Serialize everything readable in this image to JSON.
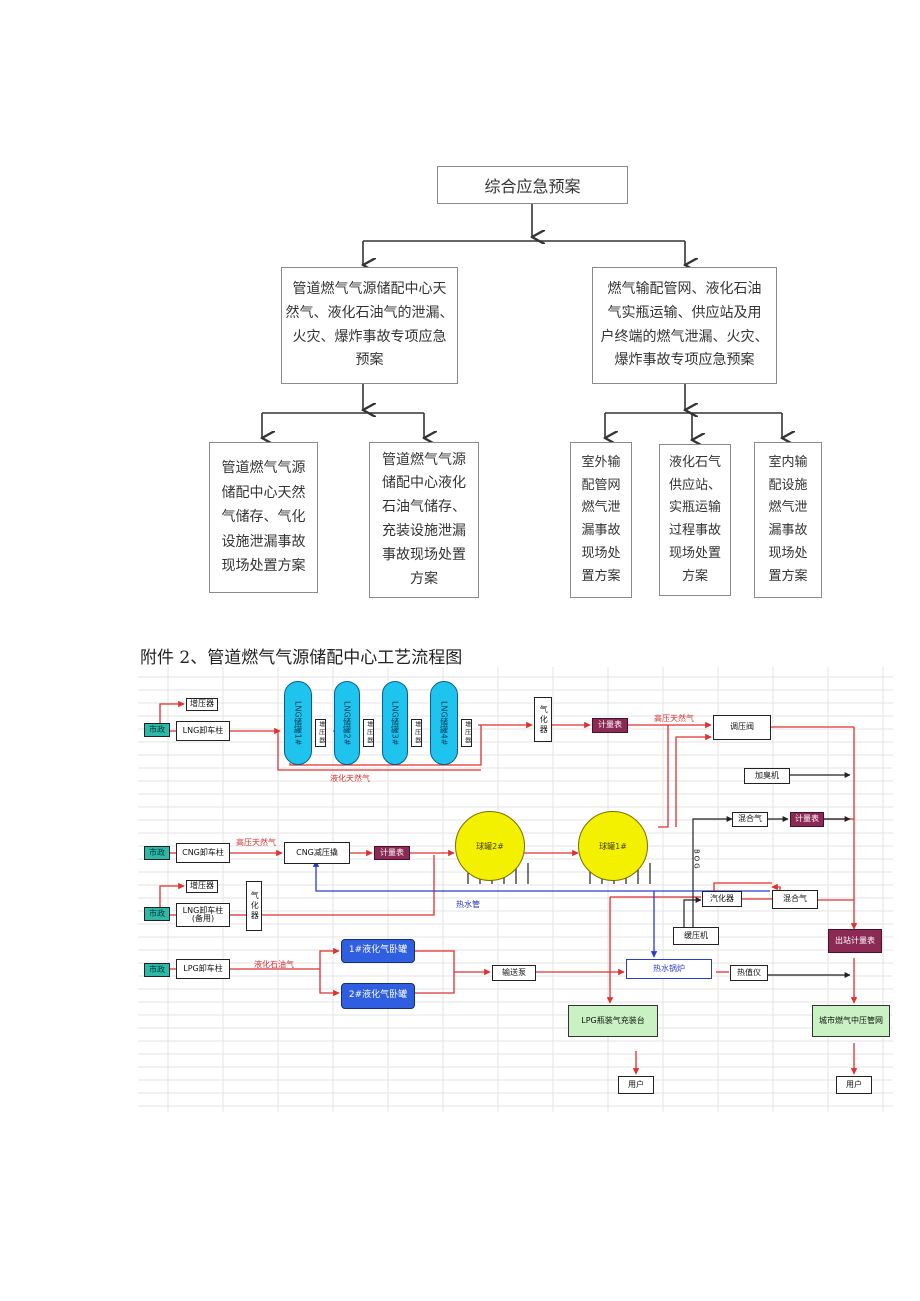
{
  "org_chart": {
    "root": "综合应急预案",
    "level2": [
      "管道燃气气源储配中心天\n然气、液化石油气的泄漏、\n火灾、爆炸事故专项应急\n预案",
      "燃气输配管网、液化石油\n气实瓶运输、供应站及用\n户终端的燃气泄漏、火灾、\n爆炸事故专项应急预案"
    ],
    "level3": [
      "管道燃气气源\n储配中心天然\n气储存、气化\n设施泄漏事故\n现场处置方案",
      "管道燃气气源\n储配中心液化\n石油气储存、\n充装设施泄漏\n事故现场处置\n方案",
      "室外输\n配管网\n燃气泄\n漏事故\n现场处\n置方案",
      "液化石气\n供应站、\n实瓶运输\n过程事故\n现场处置\n方案",
      "室内输\n配设施\n燃气泄\n漏事故\n现场处\n置方案"
    ]
  },
  "caption": "附件 2、管道燃气气源储配中心工艺流程图",
  "flow": {
    "sources": [
      "市政",
      "市政",
      "市政",
      "市政"
    ],
    "units": {
      "lng_unload": "LNG卸车柱",
      "lng_booster": "增压器",
      "cng_unload": "CNG卸车柱",
      "cng_station": "CNG减压撬",
      "lng_unload_backup": "LNG卸车柱\n(备用)",
      "booster2": "增压器",
      "vaporizer1": "气化器",
      "lpg_unload": "LPG卸车柱",
      "vaporizer_main": "气化器",
      "meter1": "计量表",
      "meter2": "计量表",
      "meter3": "计量表",
      "pressure_regulator": "调压阀",
      "odorizer": "加臭机",
      "mix_gas": "混合气",
      "vaporizer2": "汽化器",
      "mixer": "混合气",
      "compressor": "缓压机",
      "outlet_meter": "出站计量表",
      "pump": "输送泵",
      "water_heater": "热水锅炉",
      "analyzer": "热值仪",
      "lpg_filling": "LPG瓶装气充装台",
      "city_network": "城市燃气中压管网",
      "user1": "用户",
      "user2": "用户",
      "lpg_tank1": "1#液化气卧罐",
      "lpg_tank2": "2#液化气卧罐",
      "lng_tanks": [
        "LNG储罐1#",
        "LNG储罐2#",
        "LNG储罐3#",
        "LNG储罐4#"
      ],
      "spheres": [
        "球罐2#",
        "球罐1#"
      ],
      "bog_small": [
        "增压器",
        "增压器",
        "增压器",
        "增压器"
      ],
      "bog_vertical": "BOG"
    },
    "line_labels": {
      "lng_return": "液化天然气",
      "cng_label": "高压天然气",
      "lpg_label": "液化石油气",
      "gas_out": "高压天然气",
      "water": "热水管",
      "bog": "BOG"
    },
    "colors": {
      "red_line": "#e03030",
      "blue_line": "#2a3bd0",
      "black_line": "#222222"
    }
  }
}
